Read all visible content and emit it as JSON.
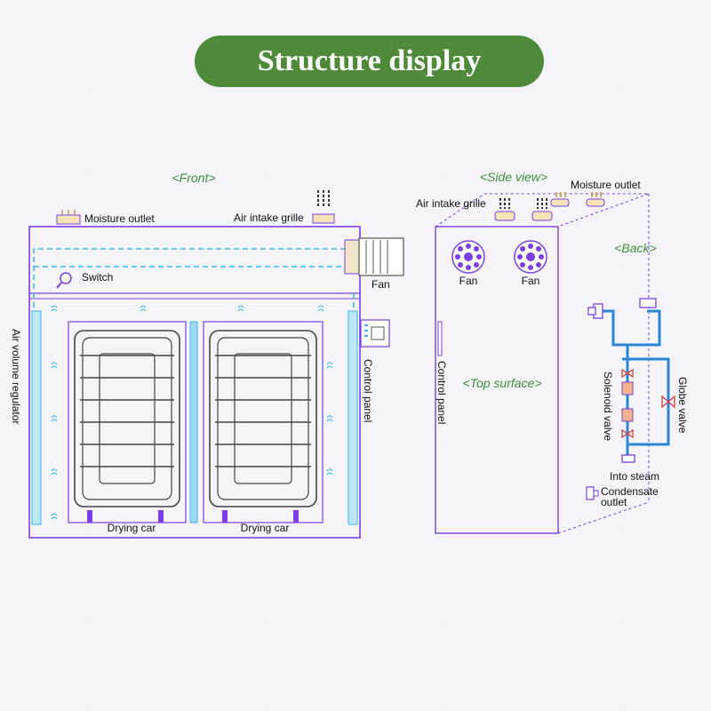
{
  "title": "Structure display",
  "front": {
    "heading": "<Front>",
    "moisture_outlet": "Moisture outlet",
    "air_intake_grille": "Air intake grille",
    "switch": "Switch",
    "fan": "Fan",
    "air_volume_regulator": "Air volume regulator",
    "control_panel": "Control panel",
    "drying_car_left": "Drying car",
    "drying_car_right": "Drying car"
  },
  "side": {
    "heading": "<Side view>",
    "moisture_outlet": "Moisture outlet",
    "air_intake_grille": "Air intake grille",
    "fan_left": "Fan",
    "fan_right": "Fan",
    "control_panel": "Control panel",
    "top_surface": "<Top surface>"
  },
  "back": {
    "heading": "<Back>",
    "solenoid_valve": "Solenoid valve",
    "globe_valve": "Globe valve",
    "into_steam": "Into steam",
    "condensate_outlet_line1": "Condensate",
    "condensate_outlet_line2": "outlet"
  },
  "colors": {
    "title_bg": "#4f8a3a",
    "outline": "#7b3fe4",
    "airflow": "#3ab8e8",
    "pipe": "#2b86d6",
    "label_green": "#3f8f3a"
  }
}
